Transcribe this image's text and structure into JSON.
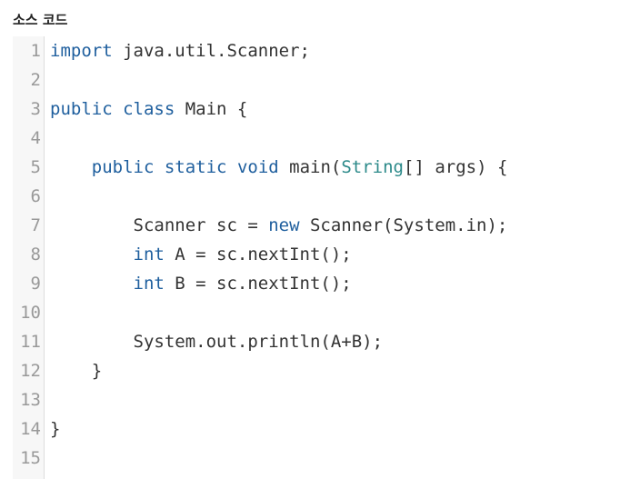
{
  "title": "소스 코드",
  "colors": {
    "keyword": "#1f5f9e",
    "plain": "#333333",
    "gutter_bg": "#f7f7f7",
    "line_number": "#999999"
  },
  "lines": [
    {
      "n": "1",
      "tokens": [
        {
          "t": "import",
          "k": "kw"
        },
        {
          "t": " java.util.Scanner;",
          "k": "plain"
        }
      ]
    },
    {
      "n": "2",
      "tokens": []
    },
    {
      "n": "3",
      "tokens": [
        {
          "t": "public",
          "k": "kw"
        },
        {
          "t": " ",
          "k": "plain"
        },
        {
          "t": "class",
          "k": "kw"
        },
        {
          "t": " Main {",
          "k": "plain"
        }
      ]
    },
    {
      "n": "4",
      "tokens": []
    },
    {
      "n": "5",
      "tokens": [
        {
          "t": "    ",
          "k": "plain"
        },
        {
          "t": "public",
          "k": "kw"
        },
        {
          "t": " ",
          "k": "plain"
        },
        {
          "t": "static",
          "k": "kw"
        },
        {
          "t": " ",
          "k": "plain"
        },
        {
          "t": "void",
          "k": "kw"
        },
        {
          "t": " main(",
          "k": "plain"
        },
        {
          "t": "String",
          "k": "class"
        },
        {
          "t": "[] args) {",
          "k": "plain"
        }
      ]
    },
    {
      "n": "6",
      "tokens": []
    },
    {
      "n": "7",
      "tokens": [
        {
          "t": "        Scanner sc = ",
          "k": "plain"
        },
        {
          "t": "new",
          "k": "kw"
        },
        {
          "t": " Scanner(System.in);",
          "k": "plain"
        }
      ]
    },
    {
      "n": "8",
      "tokens": [
        {
          "t": "        ",
          "k": "plain"
        },
        {
          "t": "int",
          "k": "kw"
        },
        {
          "t": " A = sc.nextInt();",
          "k": "plain"
        }
      ]
    },
    {
      "n": "9",
      "tokens": [
        {
          "t": "        ",
          "k": "plain"
        },
        {
          "t": "int",
          "k": "kw"
        },
        {
          "t": " B = sc.nextInt();",
          "k": "plain"
        }
      ]
    },
    {
      "n": "10",
      "tokens": []
    },
    {
      "n": "11",
      "tokens": [
        {
          "t": "        System.out.println(A+B);",
          "k": "plain"
        }
      ]
    },
    {
      "n": "12",
      "tokens": [
        {
          "t": "    }",
          "k": "plain"
        }
      ]
    },
    {
      "n": "13",
      "tokens": []
    },
    {
      "n": "14",
      "tokens": [
        {
          "t": "}",
          "k": "plain"
        }
      ]
    },
    {
      "n": "15",
      "tokens": []
    }
  ]
}
